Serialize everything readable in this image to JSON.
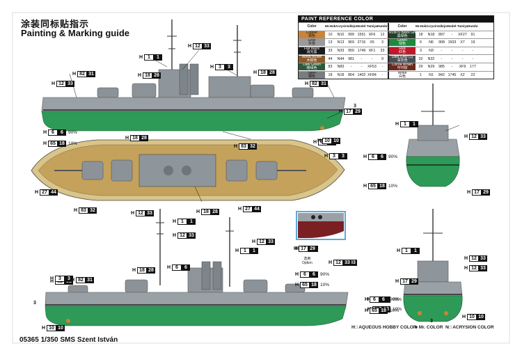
{
  "header": {
    "title_cn": "涂装同标贴指示",
    "title_en": "Painting & Marking guide"
  },
  "footer": {
    "model": "05365 1/350 SMS Szent István"
  },
  "paint_table": {
    "title": "PAINT REFERENCE COLOR",
    "columns": [
      "Color",
      "Mr.Hobby",
      "Acrysion",
      "Vallejo",
      "Model Master",
      "Tamiya",
      "Humbrol"
    ],
    "left": [
      {
        "name": "Copper",
        "cn": "铜色",
        "swatch": "#c8843a",
        "mr": "10",
        "acry": "N10",
        "vallejo": "999",
        "mm": "1551",
        "tamiya": "XF6",
        "humbrol": "12"
      },
      {
        "name": "Gray",
        "cn": "灰色",
        "swatch": "#9a9a9a",
        "mr": "13",
        "acry": "N13",
        "vallejo": "969",
        "mm": "2716",
        "tamiya": "X5",
        "humbrol": "3"
      },
      {
        "name": "Flat Black",
        "cn": "消光黑",
        "swatch": "#1b1b1b",
        "mr": "33",
        "acry": "N33",
        "vallejo": "950",
        "mm": "1749",
        "tamiya": "XF1",
        "humbrol": "33"
      },
      {
        "name": "Wood Brown",
        "cn": "木棕色",
        "swatch": "#8a5a2a",
        "mr": "44",
        "acry": "N44",
        "vallejo": "981",
        "mm": "-",
        "tamiya": "-",
        "humbrol": "9"
      },
      {
        "name": "Dark Green",
        "cn": "暗绿色",
        "swatch": "#2e5a3a",
        "mr": "83",
        "acry": "N83",
        "vallejo": "-",
        "mm": "-",
        "tamiya": "XF53",
        "humbrol": "-"
      },
      {
        "name": "Steel",
        "cn": "钢色",
        "swatch": "#7a7d80",
        "mr": "18",
        "acry": "N18",
        "vallejo": "864",
        "mm": "1402",
        "tamiya": "XF84",
        "humbrol": "-"
      }
    ],
    "right": [
      {
        "name": "RLM70 Black Green",
        "cn": "黑绿色",
        "swatch": "#24402c",
        "mr": "18",
        "acry": "N18",
        "vallejo": "897",
        "mm": "-",
        "tamiya": "XF27",
        "humbrol": "91"
      },
      {
        "name": "Green",
        "cn": "绿色",
        "swatch": "#1e8a3c",
        "mr": "6",
        "acry": "N6",
        "vallejo": "908",
        "mm": "1503",
        "tamiya": "X7",
        "humbrol": "19"
      },
      {
        "name": "Red",
        "cn": "红色",
        "swatch": "#c0182a",
        "mr": "3",
        "acry": "N3",
        "vallejo": "-",
        "mm": "-",
        "tamiya": "-",
        "humbrol": "-"
      },
      {
        "name": "Dark Grey (1)",
        "cn": "深灰色",
        "swatch": "#4a4e52",
        "mr": "32",
        "acry": "N32",
        "vallejo": "-",
        "mm": "-",
        "tamiya": "-",
        "humbrol": "-"
      },
      {
        "name": "Cocoa Brown",
        "cn": "可可棕",
        "swatch": "#6a2a1e",
        "mr": "29",
        "acry": "N29",
        "vallejo": "985",
        "mm": "-",
        "tamiya": "XF9",
        "humbrol": "177"
      },
      {
        "name": "White",
        "cn": "白色",
        "swatch": "#ffffff",
        "mr": "1",
        "acry": "N1",
        "vallejo": "842",
        "mm": "1745",
        "tamiya": "X2",
        "humbrol": "22"
      }
    ]
  },
  "callouts": [
    {
      "id": "c1",
      "w": "12",
      "b": "33"
    },
    {
      "id": "c2",
      "w": "1",
      "b": "1"
    },
    {
      "id": "c3",
      "w": "3",
      "b": "3"
    },
    {
      "id": "c4",
      "w": "82",
      "b": "31"
    },
    {
      "id": "c5",
      "w": "18",
      "b": "28"
    },
    {
      "id": "c6",
      "w": "18",
      "b": "28"
    },
    {
      "id": "c7",
      "w": "12",
      "b": "33"
    },
    {
      "id": "c8",
      "w": "82",
      "b": "31"
    },
    {
      "id": "c9",
      "w": "17",
      "b": "29"
    },
    {
      "id": "c10",
      "w": "6",
      "b": "6",
      "pct": "90%"
    },
    {
      "id": "c11",
      "w": "65",
      "b": "18",
      "pct": "10%"
    },
    {
      "id": "c12",
      "w": "18",
      "b": "28"
    },
    {
      "id": "c13",
      "w": "83",
      "b": "32"
    },
    {
      "id": "c14",
      "w": "10",
      "b": "10"
    },
    {
      "id": "c15",
      "w": "83",
      "b": "32"
    },
    {
      "id": "c16",
      "w": "3",
      "b": "3"
    },
    {
      "id": "c17",
      "w": "27",
      "b": "44"
    },
    {
      "id": "c18",
      "w": "83",
      "b": "32"
    },
    {
      "id": "c19",
      "w": "12",
      "b": "33"
    },
    {
      "id": "c20",
      "w": "18",
      "b": "28"
    },
    {
      "id": "c21",
      "w": "27",
      "b": "44"
    },
    {
      "id": "c22",
      "w": "1",
      "b": "1"
    },
    {
      "id": "c23",
      "w": "12",
      "b": "33"
    },
    {
      "id": "c24",
      "w": "82",
      "b": "31"
    },
    {
      "id": "c25",
      "w": "6",
      "b": "6",
      "pct": "90%"
    },
    {
      "id": "c26",
      "w": "65",
      "b": "18",
      "pct": "10%"
    },
    {
      "id": "c27",
      "w": "17",
      "b": "29"
    },
    {
      "id": "c28",
      "w": "12",
      "b": "33"
    },
    {
      "id": "c29",
      "w": "1",
      "b": "1"
    },
    {
      "id": "c30",
      "w": "17",
      "b": "29"
    },
    {
      "id": "c31",
      "w": "6",
      "b": "6",
      "pct": "90%"
    },
    {
      "id": "c32",
      "w": "65",
      "b": "18",
      "pct": "10%"
    },
    {
      "id": "c33",
      "w": "12",
      "b": "33"
    },
    {
      "id": "c34",
      "w": "1",
      "b": "1"
    },
    {
      "id": "c35",
      "w": "18",
      "b": "28"
    },
    {
      "id": "c36",
      "w": "6",
      "b": "6"
    },
    {
      "id": "c37",
      "w": "82",
      "b": "31"
    },
    {
      "id": "c38",
      "w": "3",
      "b": "3"
    },
    {
      "id": "c39",
      "w": "12",
      "b": "33"
    },
    {
      "id": "c40",
      "w": "6",
      "b": "6",
      "pct": "90%"
    },
    {
      "id": "c41",
      "w": "65",
      "b": "18",
      "pct": "10%"
    },
    {
      "id": "c42",
      "w": "12",
      "b": "33"
    },
    {
      "id": "c43",
      "w": "17",
      "b": "29"
    },
    {
      "id": "c44",
      "w": "12",
      "b": "33"
    },
    {
      "id": "c45",
      "w": "1",
      "b": "1"
    },
    {
      "id": "c46",
      "w": "6",
      "b": "6",
      "pct": "90%"
    },
    {
      "id": "c47",
      "w": "65",
      "b": "18",
      "pct": "10%"
    },
    {
      "id": "c48",
      "w": "10",
      "b": "10"
    },
    {
      "id": "c49",
      "w": "10",
      "b": "10"
    },
    {
      "id": "c50",
      "w": "17",
      "b": "29"
    },
    {
      "id": "c51",
      "w": "12",
      "b": "33"
    }
  ],
  "option_note": {
    "cn": "选用",
    "en": "Option"
  },
  "legend": {
    "aqueous": "AQUEOUS HOBBY COLOR",
    "mr": "Mr. COLOR",
    "acrysion": "ACRYSION COLOR"
  }
}
